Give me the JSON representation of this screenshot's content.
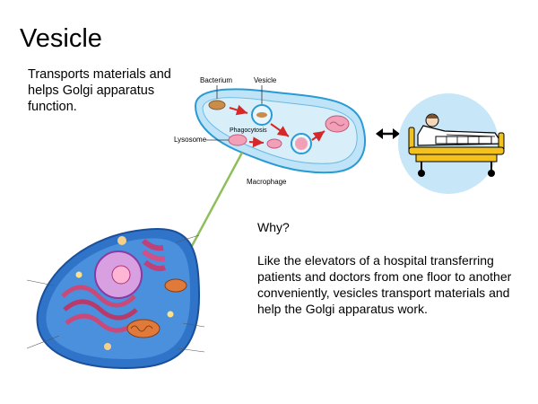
{
  "slide": {
    "title": "Vesicle",
    "subtitle": "Transports materials and helps Golgi apparatus function.",
    "why_heading": "Why?",
    "explanation": "Like the elevators of a hospital transferring patients and doctors from one floor to another conveniently, vesicles transport materials and help the Golgi apparatus work."
  },
  "diagram": {
    "labels": {
      "bacterium": "Bacterium",
      "vesicle": "Vesicle",
      "phagocytosis": "Phagocytosis",
      "lysosome": "Lysosome",
      "macrophage": "Macrophage"
    },
    "colors": {
      "cell_fill": "#bfe4f7",
      "cell_outline": "#2a9ad6",
      "arrow": "#d62828",
      "lysosome": "#f2a0b8",
      "pointer_line": "#8fbf5a",
      "hospital_circle": "#c7e6f8",
      "bed_frame": "#f3c21d"
    }
  },
  "icons": {
    "double_arrow": "left-right-arrow-icon",
    "hospital_bed": "hospital-bed-icon"
  }
}
